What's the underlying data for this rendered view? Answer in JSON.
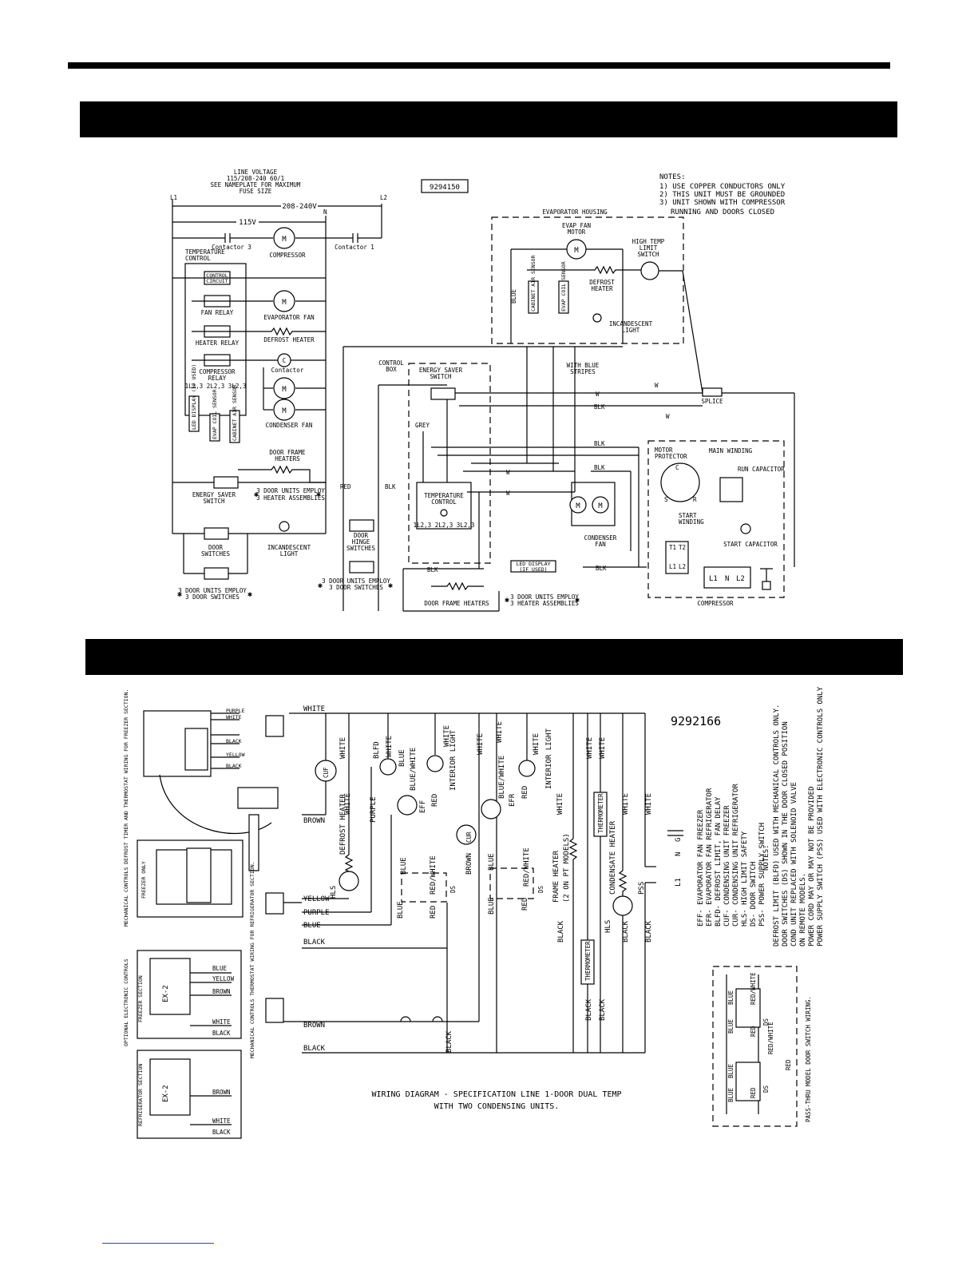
{
  "diagram1": {
    "part_number": "9294150",
    "line_voltage_note": [
      "LINE VOLTAGE",
      "115/208-240 60/1",
      "SEE NAMEPLATE FOR MAXIMUM",
      "FUSE SIZE"
    ],
    "notes": [
      "NOTES:",
      "1) USE COPPER CONDUCTORS ONLY",
      "2) THIS UNIT MUST BE GROUNDED",
      "3) UNIT SHOWN WITH COMPRESSOR",
      "RUNNING AND DOORS CLOSED"
    ],
    "labels": {
      "l1": "L1",
      "l2": "L2",
      "n": "N",
      "v208": "208-240V",
      "v115": "115V",
      "contactor3": "Contactor 3",
      "contactor1": "Contactor 1",
      "compressor": "COMPRESSOR",
      "temp_control_1": "TEMPERATURE",
      "temp_control_2": "CONTROL",
      "control_circuit_1": "CONTROL",
      "control_circuit_2": "CIRCUIT",
      "fan_relay": "FAN RELAY",
      "evaporator_fan": "EVAPORATOR FAN",
      "heater_relay": "HEATER RELAY",
      "defrost_heater": "DEFROST HEATER",
      "compressor_relay_1": "COMPRESSOR",
      "compressor_relay_2": "RELAY",
      "contactor": "Contactor",
      "condenser_fan": "CONDENSER FAN",
      "terminals": "1L2,3  2L2,3  3L2,3",
      "led_display": "LED DISPLAY (IF USED)",
      "evap_coil_sensor": "EVAP COIL SENSOR",
      "cabinet_air_sensor": "CABINET AIR SENSOR",
      "door_frame_heaters_1": "DOOR FRAME",
      "door_frame_heaters_2": "HEATERS",
      "energy_saver_1": "ENERGY SAVER",
      "energy_saver_2": "SWITCH",
      "heater_note_1": "3 DOOR UNITS EMPLOY",
      "heater_note_2": "3 HEATER ASSEMBLIES",
      "door_switches_1": "DOOR",
      "door_switches_2": "SWITCHES",
      "incandescent_1": "INCANDESCENT",
      "incandescent_2": "LIGHT",
      "switch_note_1": "3 DOOR UNITS EMPLOY",
      "switch_note_2": "3 DOOR SWITCHES",
      "evap_housing": "EVAPORATOR HOUSING",
      "evap_fan_motor_1": "EVAP FAN",
      "evap_fan_motor_2": "MOTOR",
      "high_temp_1": "HIGH TEMP",
      "high_temp_2": "LIMIT",
      "high_temp_3": "SWITCH",
      "defrost_heater_2a": "DEFROST",
      "defrost_heater_2b": "HEATER",
      "incandescent_light_a": "INCANDESCENT",
      "incandescent_light_b": "LIGHT",
      "blue": "BLUE",
      "with_blue_1": "WITH BLUE",
      "with_blue_2": "STRIPES",
      "control_box_1": "CONTROL",
      "control_box_2": "BOX",
      "energy_saver_b1": "ENERGY SAVER",
      "energy_saver_b2": "SWITCH",
      "grey": "GREY",
      "red": "RED",
      "blk": "BLK",
      "w": "W",
      "splice": "SPLICE",
      "temp_control_b1": "TEMPERATURE",
      "temp_control_b2": "CONTROL",
      "door_hinge_1": "DOOR",
      "door_hinge_2": "HINGE",
      "door_hinge_3": "SWITCHES",
      "door_frame_heaters_b": "DOOR FRAME HEATERS",
      "led_display_b1": "LED DISPLAY",
      "led_display_b2": "(IF USED)",
      "motor_protector_1": "MOTOR",
      "motor_protector_2": "PROTECTOR",
      "main_winding": "MAIN WINDING",
      "run_capacitor": "RUN CAPACITOR",
      "start_winding_1": "START",
      "start_winding_2": "WINDING",
      "start_capacitor": "START CAPACITOR",
      "condenser_fan_b1": "CONDENSER",
      "condenser_fan_b2": "FAN",
      "compressor_b": "COMPRESSOR"
    }
  },
  "diagram2": {
    "part_number": "9292166",
    "title_1": "WIRING DIAGRAM -  SPECIFICATION LINE 1-DOOR DUAL TEMP",
    "title_2": "WITH TWO CONDENSING UNITS.",
    "wires": {
      "white": "WHITE",
      "brown": "BROWN",
      "yellow": "YELLOW",
      "purple": "PURPLE",
      "blue": "BLUE",
      "black": "BLACK",
      "red": "RED",
      "red_white": "RED/WHITE",
      "blue_white": "BLUE/WHITE"
    },
    "components": {
      "cuf": "CUF",
      "cur": "CUR",
      "blfd": "BLFD",
      "eff": "EFF",
      "efr": "EFR",
      "hls": "HLS",
      "ds": "DS",
      "pss": "PSS",
      "defrost_heater": "DEFROST HEATER",
      "interior_light": "INTERIOR LIGHT",
      "frame_heater": "FRAME HEATER",
      "frame_heater_note": "(2 ON PT MODELS)",
      "thermometer": "THERMOMETER",
      "condensate_heater": "CONDENSATE HEATER",
      "ex2": "EX-2",
      "n": "N",
      "g": "G",
      "l1": "L1"
    },
    "legend": [
      "EFF- EVAPORATOR FAN FREEZER",
      "EFR- EVAPORATOR FAN REFRIGERATOR",
      "BLFD- DEFROST LIMIT, FAN DELAY",
      "CUF- CONDENSING UNIT FREEZER",
      "CUR- CONDENSING UNIT REFRIGERATOR",
      "HLS- HIGH LIMIT SAFETY",
      "DS- DOOR SWITCH",
      "PSS- POWER SUPPLY SWITCH"
    ],
    "notes": [
      "NOTES:",
      "DEFROST LIMIT (BLFD) USED WITH MECHANICAL CONTROLS ONLY.",
      "DOOR SWITCHES (DS) SHOWN IN THE DOOR CLOSED POSITION",
      "COND UNIT REPLACED WITH SOLENOID VALVE",
      "ON REMOTE MODELS.",
      "POWER CORD MAY OR MAY NOT BE PROVIDED",
      "POWER SUPPLY SWITCH (PSS) USED WITH ELECTRONIC CONTROLS ONLY"
    ],
    "side_labels": [
      "MECHANICAL CONTROLS DEFROST TIMER AND THERMOSTAT WIRING FOR FREEZER SECTION.",
      "FREEZER ONLY",
      "OPTIONAL ELECTRONIC CONTROLS",
      "FREEZER SECTION",
      "REFRIGERATOR SECTION",
      "MECHANICAL CONTROLS THERMOSTAT WIRING FOR REFRIGERATOR SECTION."
    ],
    "pass_thru_note": "PASS-THRU MODEL DOOR SWITCH WIRING."
  },
  "colors": {
    "ink": "#000000",
    "paper": "#ffffff",
    "link": "#3a3ae0"
  }
}
